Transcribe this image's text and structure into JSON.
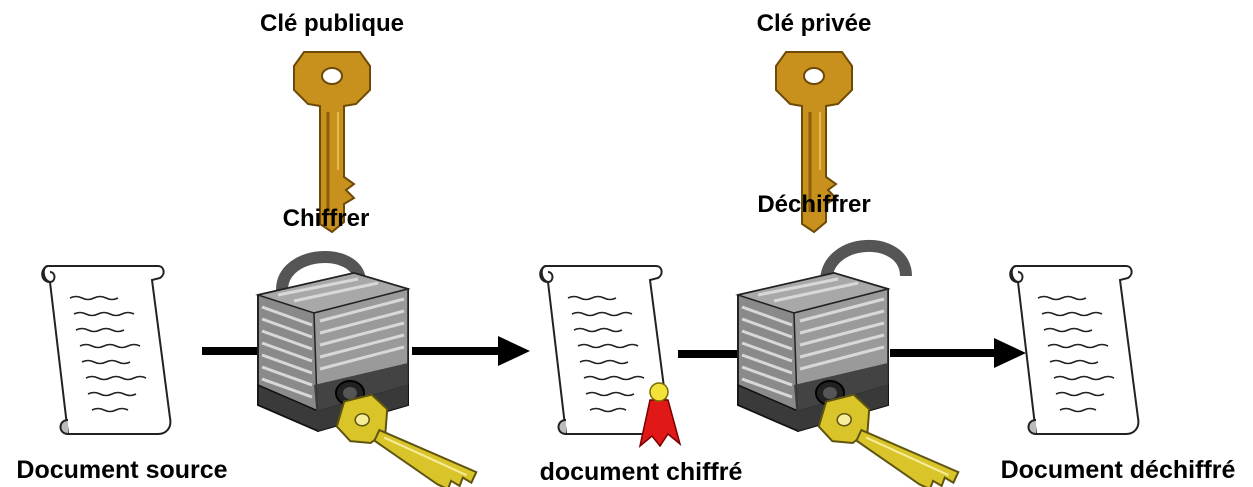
{
  "labels": {
    "public_key": "Clé publique",
    "private_key": "Clé privée",
    "encrypt": "Chiffrer",
    "decrypt": "Déchiffrer",
    "source_document": "Document source",
    "encrypted_document": "document chiffré",
    "decrypted_document": "Document déchiffré"
  },
  "icons": {
    "key_top": "key-icon",
    "padlock": "padlock-icon",
    "document": "scroll-document-icon",
    "seal": "ribbon-seal-icon",
    "arrow": "arrow-right-icon"
  },
  "colors": {
    "key_gold": "#c8901c",
    "key_yellow": "#d9c52a",
    "lock_gray": "#8a8a8a",
    "lock_dark": "#3a3a3a",
    "seal_red": "#e01818",
    "seal_yellow": "#f3e23a",
    "arrow_black": "#000000"
  }
}
